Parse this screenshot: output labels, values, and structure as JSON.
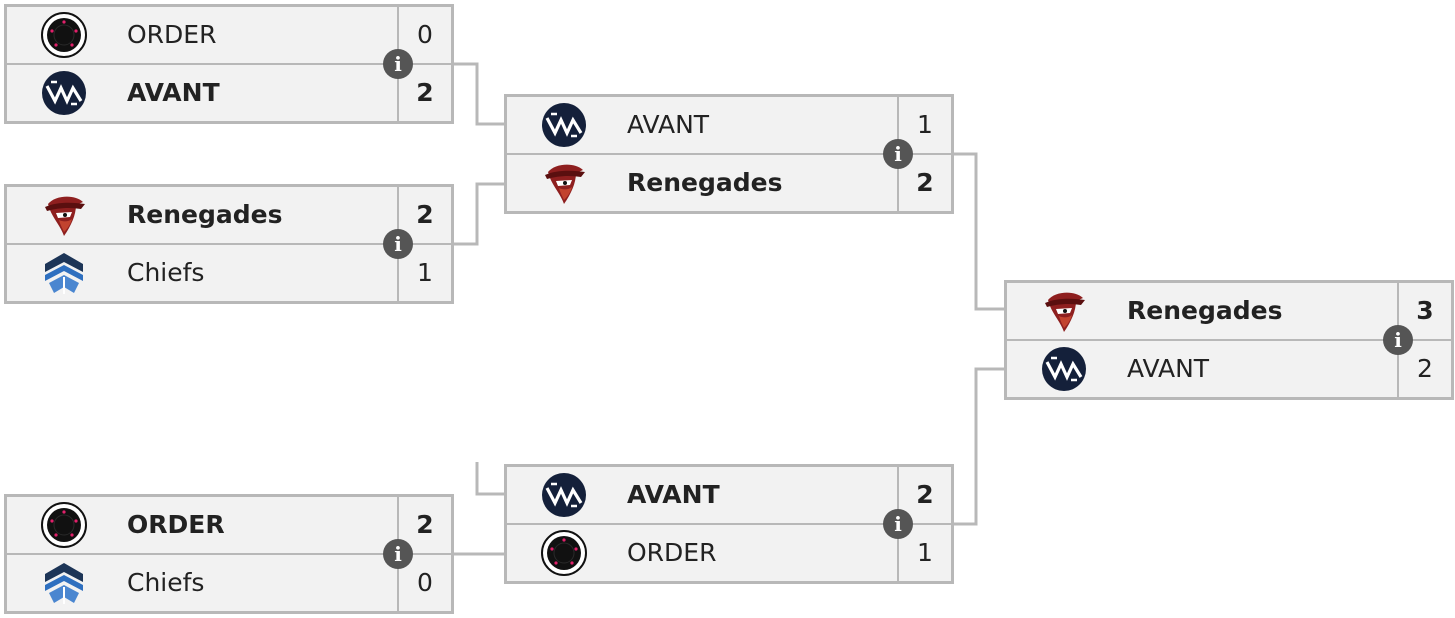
{
  "colors": {
    "border": "#b8b8b8",
    "row_bg": "#f2f2f2",
    "info_bg": "#555555",
    "text": "#222222"
  },
  "info_icon": {
    "name": "info-icon",
    "glyph": "i"
  },
  "bracket": {
    "round1": [
      {
        "teams": [
          {
            "name": "ORDER",
            "score": "0",
            "logo": "order-logo",
            "winner": false
          },
          {
            "name": "AVANT",
            "score": "2",
            "logo": "avant-logo",
            "winner": true
          }
        ]
      },
      {
        "teams": [
          {
            "name": "Renegades",
            "score": "2",
            "logo": "renegades-logo",
            "winner": true
          },
          {
            "name": "Chiefs",
            "score": "1",
            "logo": "chiefs-logo",
            "winner": false
          }
        ]
      },
      {
        "teams": [
          {
            "name": "ORDER",
            "score": "2",
            "logo": "order-logo",
            "winner": true
          },
          {
            "name": "Chiefs",
            "score": "0",
            "logo": "chiefs-logo",
            "winner": false
          }
        ]
      }
    ],
    "round2": [
      {
        "teams": [
          {
            "name": "AVANT",
            "score": "1",
            "logo": "avant-logo",
            "winner": false
          },
          {
            "name": "Renegades",
            "score": "2",
            "logo": "renegades-logo",
            "winner": true
          }
        ]
      },
      {
        "teams": [
          {
            "name": "AVANT",
            "score": "2",
            "logo": "avant-logo",
            "winner": true
          },
          {
            "name": "ORDER",
            "score": "1",
            "logo": "order-logo",
            "winner": false
          }
        ]
      }
    ],
    "final": [
      {
        "teams": [
          {
            "name": "Renegades",
            "score": "3",
            "logo": "renegades-logo",
            "winner": true
          },
          {
            "name": "AVANT",
            "score": "2",
            "logo": "avant-logo",
            "winner": false
          }
        ]
      }
    ]
  }
}
